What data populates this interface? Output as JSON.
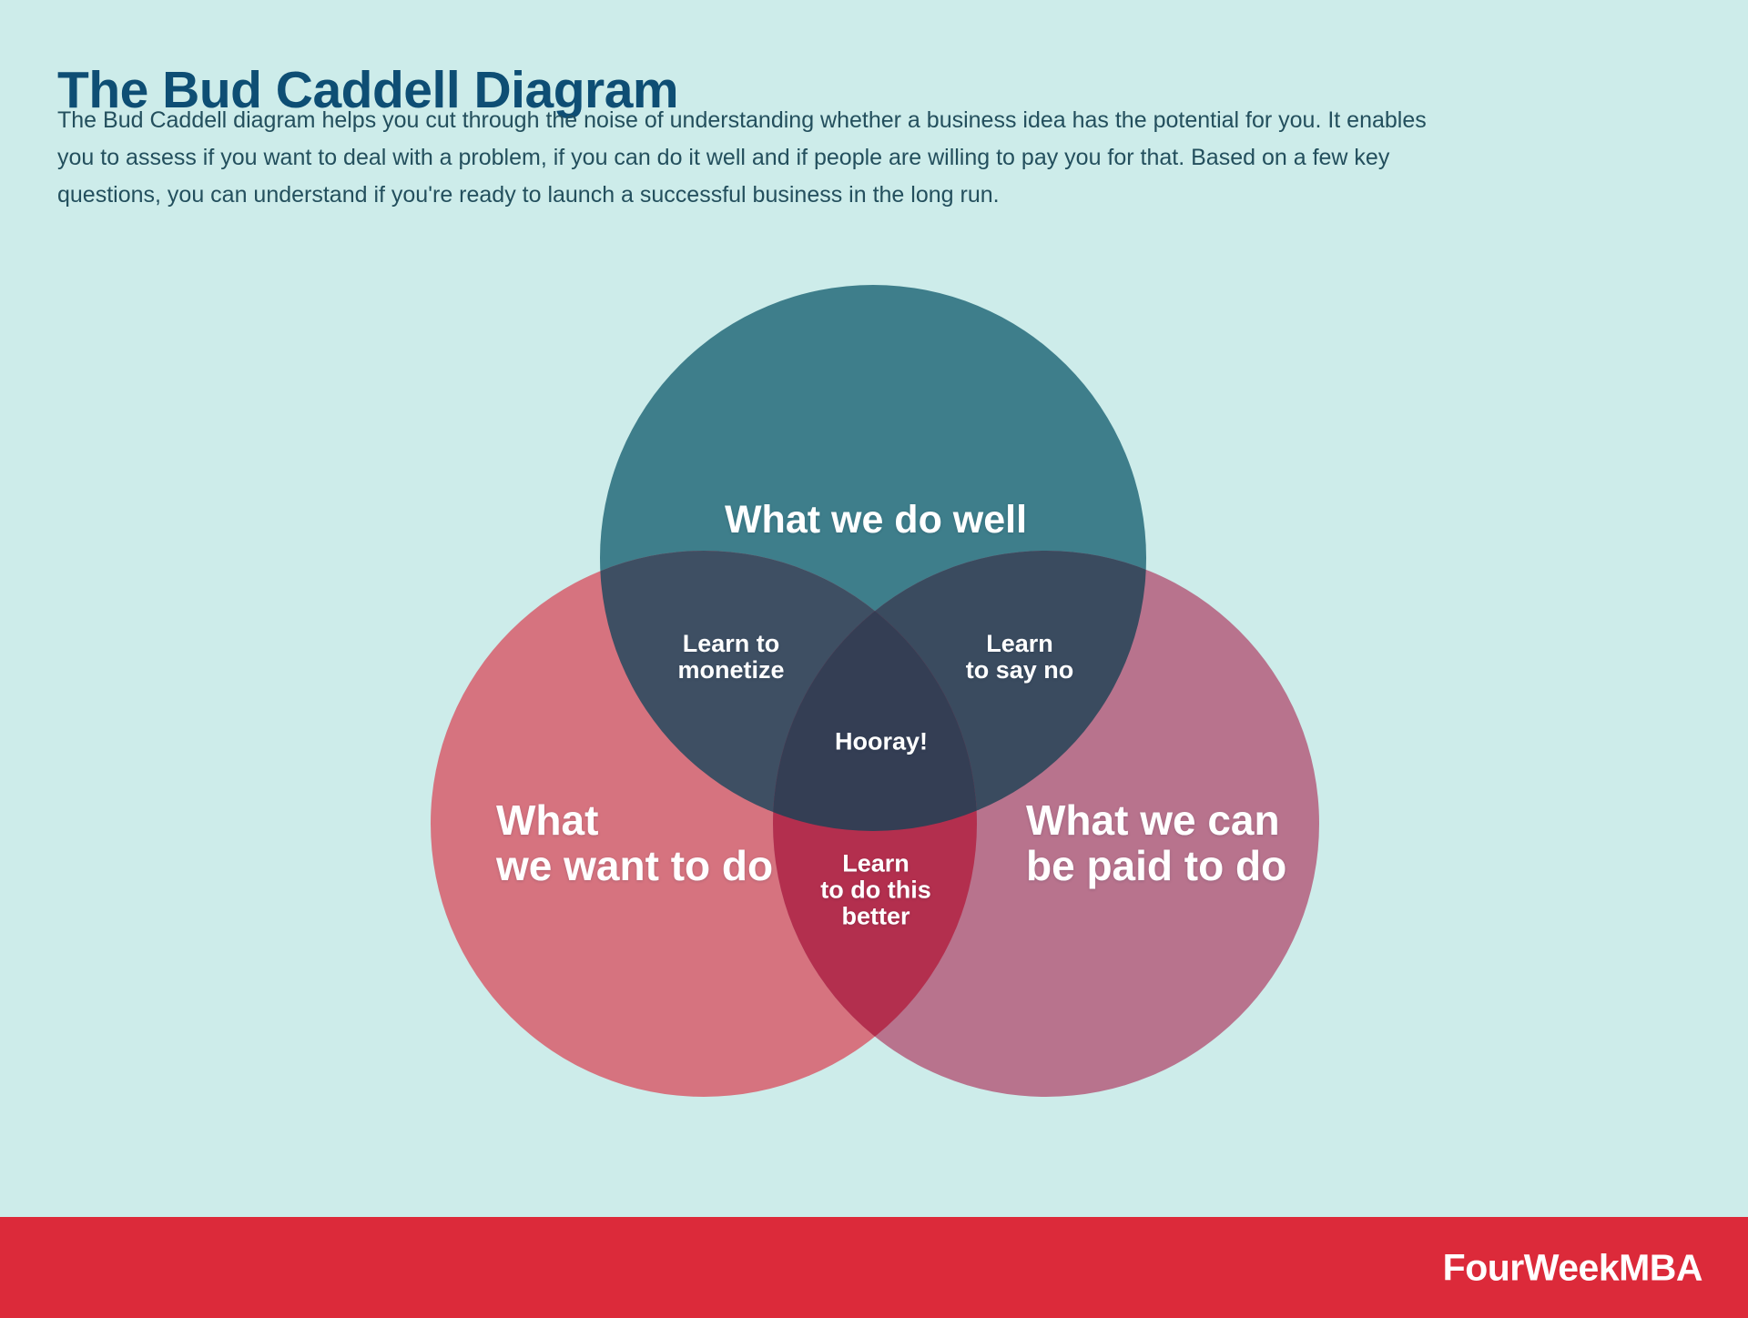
{
  "header": {
    "title": "The Bud Caddell Diagram",
    "description_lines": [
      "The Bud Caddell diagram helps you cut through the noise of understanding whether a business idea has the potential for you. It enables",
      "you to assess if you want to deal with a problem, if you can do it well and if people are willing to pay you for that. Based on a few key",
      "questions, you can understand if you're ready to launch a successful business in the long run."
    ]
  },
  "venn": {
    "type": "venn-3-circle",
    "sets": [
      {
        "id": "do-well",
        "label": "What we do well",
        "display": "What we do well",
        "color": "#3e7e8b"
      },
      {
        "id": "want-to-do",
        "label": "What we want to do",
        "display": "What\nwe want to do",
        "color": "#d6737f"
      },
      {
        "id": "paid-to-do",
        "label": "What we can be paid to do",
        "display": "What we can\nbe paid to do",
        "color": "#b8738d"
      }
    ],
    "overlaps": [
      {
        "id": "do-well+want-to-do",
        "label": "Learn to monetize",
        "display": "Learn to\nmonetize",
        "color": "#3e4f63"
      },
      {
        "id": "do-well+paid-to-do",
        "label": "Learn to say no",
        "display": "Learn\nto say no",
        "color": "#3a4b5f"
      },
      {
        "id": "want-to-do+paid-to-do",
        "label": "Learn to do this better",
        "display": "Learn\nto do this\nbetter",
        "color": "#b32f4e"
      },
      {
        "id": "all-three",
        "label": "Hooray!",
        "display": "Hooray!",
        "color": "#343e54"
      }
    ]
  },
  "footer": {
    "brand": "FourWeekMBA",
    "background": "#dc2a3a"
  },
  "theme": {
    "background": "#cdecea",
    "title_color": "#0e4e74",
    "body_text_color": "#234f5d",
    "label_text_color": "#ffffff"
  }
}
